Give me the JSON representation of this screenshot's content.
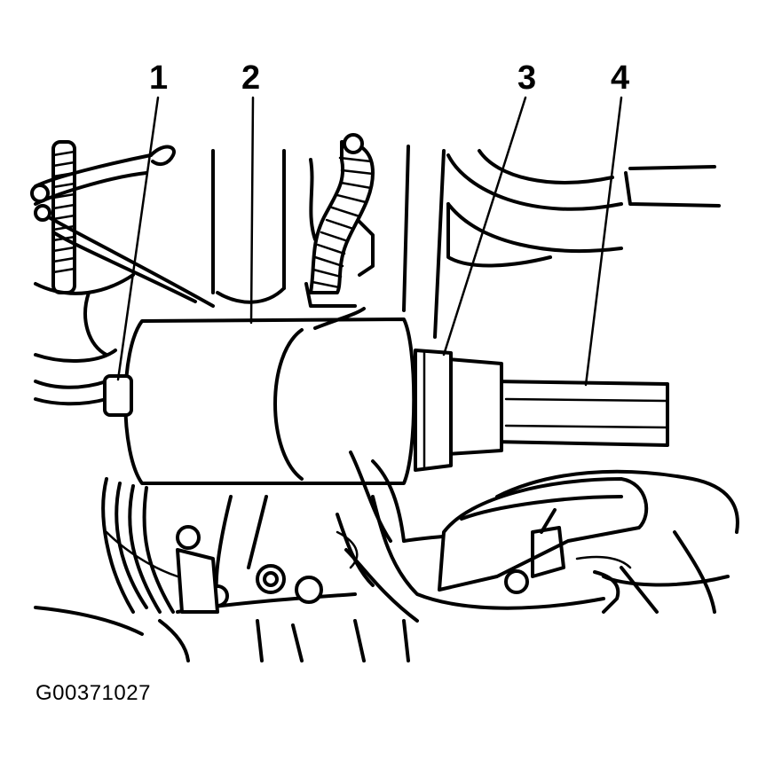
{
  "figure": {
    "id": "G00371027"
  },
  "callouts": [
    {
      "number": "1"
    },
    {
      "number": "2"
    },
    {
      "number": "3"
    },
    {
      "number": "4"
    }
  ],
  "colors": {
    "ink": "#000000",
    "paper": "#ffffff"
  }
}
